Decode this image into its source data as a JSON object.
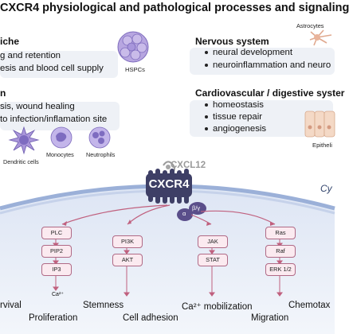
{
  "title": "CXCR4 physiological and pathological processes and signaling",
  "niche": {
    "heading": "iche",
    "lines": [
      "g and retention",
      "esis and blood cell supply"
    ],
    "icon_label": "HSPCs"
  },
  "immune": {
    "heading": "n",
    "lines": [
      "sis, wound healing",
      "to infection/inflamation site"
    ],
    "cells": [
      "Dendritic cells",
      "Monocytes",
      "Neutrophils"
    ]
  },
  "nervous": {
    "heading": "Nervous system",
    "items": [
      "neural development",
      "neuroinflammation and neuro"
    ],
    "icon_label": "Astrocytes"
  },
  "cardio": {
    "heading": "Cardiovascular / digestive syster",
    "items": [
      "homeostasis",
      "tissue repair",
      "angiogenesis"
    ],
    "icon_label": "Epitheli"
  },
  "receptor": {
    "name": "CXCR4",
    "ligand": "CXCL12",
    "g_alpha": "α",
    "g_betagamma": "β/γ",
    "side_label": "Cy"
  },
  "pathways": [
    {
      "nodes": [
        "PLC",
        "PIP2",
        "IP3"
      ],
      "end": "Ca²⁺"
    },
    {
      "nodes": [
        "PI3K",
        "AKT"
      ]
    },
    {
      "nodes": [
        "JAK",
        "STAT"
      ]
    },
    {
      "nodes": [
        "Ras",
        "Raf",
        "ERK 1/2"
      ]
    }
  ],
  "outcomes": {
    "row1": [
      "rvival",
      "Stemness",
      "Ca²⁺ mobilization",
      "Chemotax"
    ],
    "row2": [
      "Proliferation",
      "Cell adhesion",
      "Migration"
    ]
  },
  "colors": {
    "membrane": "#9bb0d8",
    "cytoplasm": "#e7ecf7",
    "receptor": "#3e3f66",
    "gprotein": "#5a4e8a",
    "pill_border": "#b06a86",
    "pill_fill": "#fbeaf0",
    "arrow": "#c0607e"
  }
}
